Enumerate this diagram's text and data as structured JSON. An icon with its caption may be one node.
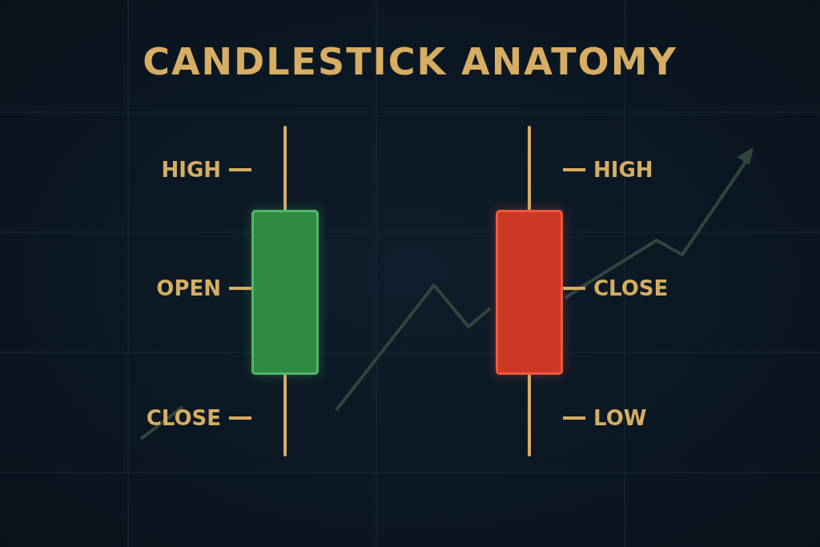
{
  "diagram": {
    "title": "CANDLESTICK ANATOMY",
    "nodes": [
      {
        "text": [],
        "shape": "bar"
      },
      {
        "text": [],
        "shape": "bar"
      },
      {
        "text": [
          "HIGH"
        ]
      },
      {
        "text": [
          "OPEN"
        ]
      },
      {
        "text": [
          "CLOSE"
        ]
      },
      {
        "text": [
          "HIGH"
        ]
      },
      {
        "text": [
          "CLOSE"
        ]
      },
      {
        "text": [
          "LOW"
        ]
      }
    ],
    "edges": [
      {
        "from": 2,
        "to": 0,
        "arrow": "none"
      },
      {
        "from": 3,
        "to": 0,
        "arrow": "none"
      },
      {
        "from": 4,
        "to": 0,
        "arrow": "none"
      },
      {
        "from": 5,
        "to": 1,
        "arrow": "none"
      },
      {
        "from": 6,
        "to": 1,
        "arrow": "none"
      },
      {
        "from": 7,
        "to": 1,
        "arrow": "none"
      }
    ]
  }
}
